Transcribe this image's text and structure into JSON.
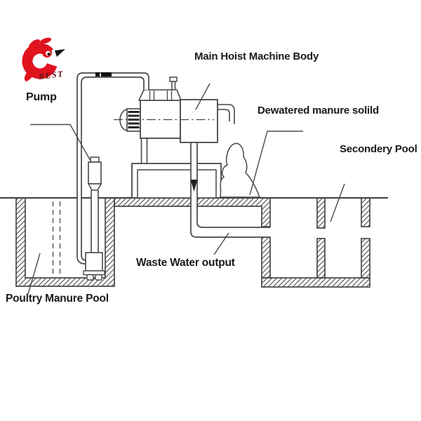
{
  "logo": {
    "brand_text": "BEST",
    "icon": "rooster-logo",
    "primary_color": "#e0131f",
    "text_color": "#5f1113"
  },
  "labels": {
    "pump": "Pump",
    "main_hoist_machine_body": "Main Hoist Machine Body",
    "dewatered_manure_solid": "Dewatered manure solild",
    "secondary_pool": "Secondery Pool",
    "waste_water_output": "Waste Water output",
    "poultry_manure_pool": "Poultry Manure Pool"
  },
  "colors": {
    "line": "#4a4a4a",
    "background": "#ffffff",
    "text": "#1a1a1a"
  }
}
